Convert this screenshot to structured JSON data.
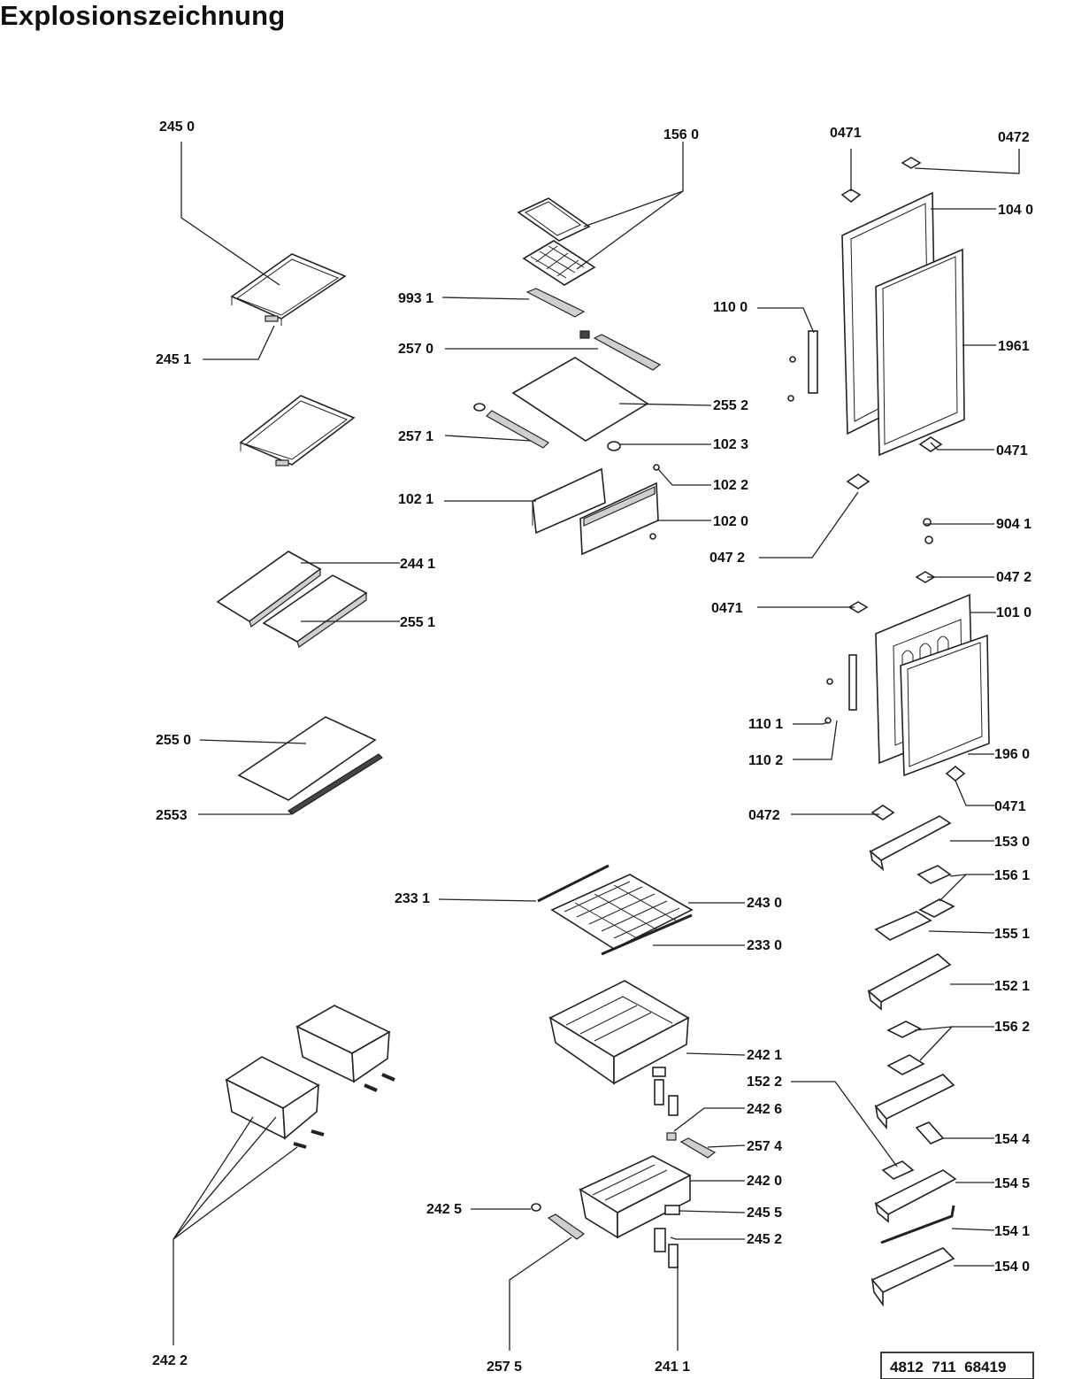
{
  "title": "Explosionszeichnung",
  "reference_number": "4812  711  68419",
  "labels": {
    "l_2450": "245 0",
    "l_1560": "156  0",
    "l_0471a": "0471",
    "l_0472a": "0472",
    "l_1040": "104 0",
    "l_9931": "993 1",
    "l_1100": "110 0",
    "l_2451": "245 1",
    "l_2570": "257 0",
    "l_1961": "1961",
    "l_2552": "255 2",
    "l_2571": "257 1",
    "l_1023": "102 3",
    "l_0471b": "0471",
    "l_1022": "102 2",
    "l_1021": "102 1",
    "l_1020": "102 0",
    "l_9041": "904 1",
    "l_0472b": "047 2",
    "l_2441": "244 1",
    "l_0472c": "047 2",
    "l_2551": "255 1",
    "l_0471c": "0471",
    "l_1010": "101 0",
    "l_2550": "255 0",
    "l_1101": "110 1",
    "l_1102": "110 2",
    "l_1960": "196 0",
    "l_2553": "2553",
    "l_0472d": "0472",
    "l_0471d": "0471",
    "l_1530": "153 0",
    "l_1561": "156 1",
    "l_2331": "233 1",
    "l_2430": "243 0",
    "l_1551": "155 1",
    "l_2330": "233 0",
    "l_1521": "152 1",
    "l_1562": "156 2",
    "l_2421": "242 1",
    "l_1522": "152 2",
    "l_2426": "242 6",
    "l_1544": "154 4",
    "l_2574": "257 4",
    "l_2420": "242 0",
    "l_1545": "154 5",
    "l_2425": "242 5",
    "l_2455": "245 5",
    "l_1541": "154 1",
    "l_2452": "245 2",
    "l_1540": "154 0",
    "l_2422": "242 2",
    "l_2575": "257 5",
    "l_2411": "241 1"
  }
}
